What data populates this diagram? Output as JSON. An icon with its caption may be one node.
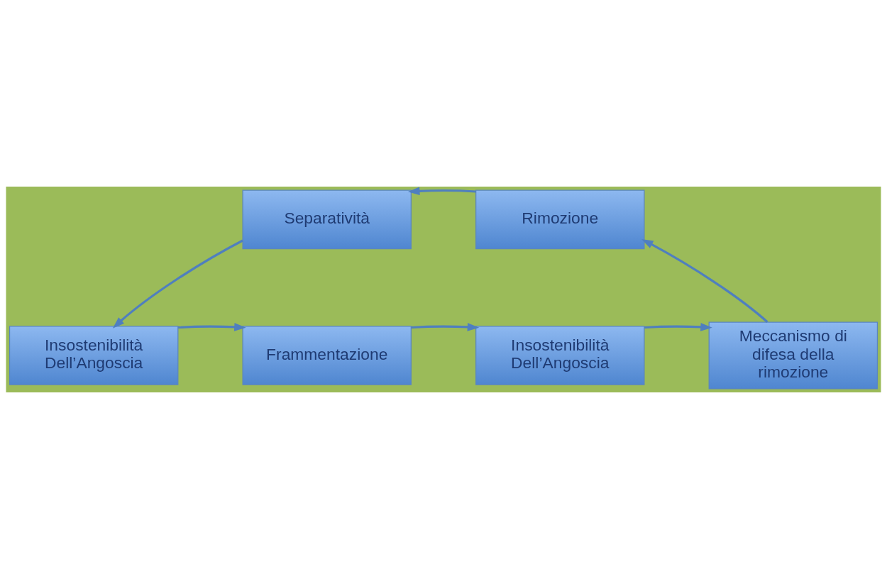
{
  "diagram": {
    "nodes": [
      {
        "text": [
          "Frammentazione"
        ]
      },
      {
        "text": [
          "Insostenibilità Dell’Angoscia"
        ]
      },
      {
        "text": [
          "Meccanismo di difesa della rimozione"
        ]
      },
      {
        "text": [
          "Rimozione"
        ]
      },
      {
        "text": [
          "Separatività"
        ]
      },
      {
        "text": [
          "Insostenibilità Dell’Angoscia"
        ]
      }
    ],
    "edges": [
      {
        "from": 0,
        "to": 1,
        "arrow": "to"
      },
      {
        "from": 1,
        "to": 2,
        "arrow": "to"
      },
      {
        "from": 2,
        "to": 3,
        "arrow": "to"
      },
      {
        "from": 3,
        "to": 4,
        "arrow": "to"
      },
      {
        "from": 4,
        "to": 5,
        "arrow": "to"
      },
      {
        "from": 5,
        "to": 0,
        "arrow": "to"
      }
    ]
  }
}
